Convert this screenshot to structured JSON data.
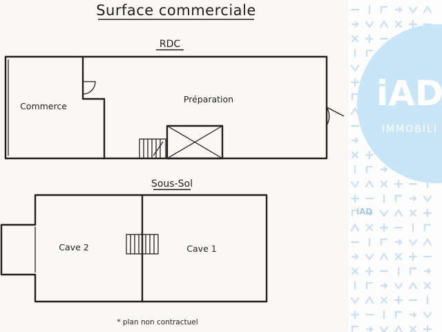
{
  "page": {
    "title": "Surface commerciale",
    "footnote": "* plan non contractuel"
  },
  "rdc": {
    "label": "RDC",
    "rooms": {
      "commerce": "Commerce",
      "preparation": "Préparation"
    }
  },
  "sous_sol": {
    "label": "Sous-Sol",
    "rooms": {
      "cave2": "Cave 2",
      "cave1": "Cave 1"
    }
  },
  "brand": {
    "name": "iAD",
    "tagline": "IMMOBILI",
    "watermark": "iAD",
    "accent": "#c9e6f8",
    "pattern": "#c9dff1"
  }
}
